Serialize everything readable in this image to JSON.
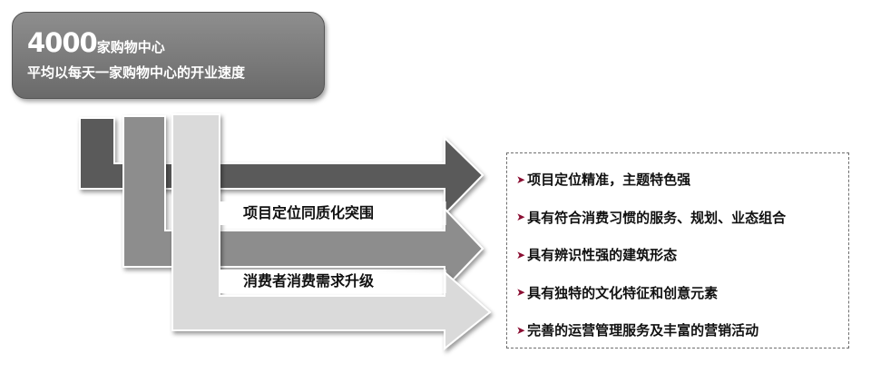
{
  "header": {
    "number": "4000",
    "number_suffix": "家购物中心",
    "subtitle": "平均以每天一家购物中心的开业速度"
  },
  "labels": {
    "band1": "项目定位同质化突围",
    "band2": "消费者消费需求升级"
  },
  "panel": {
    "bullet_icon": "chevron-right-icon",
    "bullet_color": "#8b0f33",
    "items": [
      "项目定位精准，主题特色强",
      "具有符合消费习惯的服务、规划、业态组合",
      "具有辨识性强的建筑形态",
      "具有独特的文化特征和创意元素",
      "完善的运营管理服务及丰富的营销活动"
    ]
  },
  "colors": {
    "arrow_dark": "#5a5a5a",
    "arrow_mid": "#8d8d8d",
    "arrow_light": "#dadada"
  }
}
